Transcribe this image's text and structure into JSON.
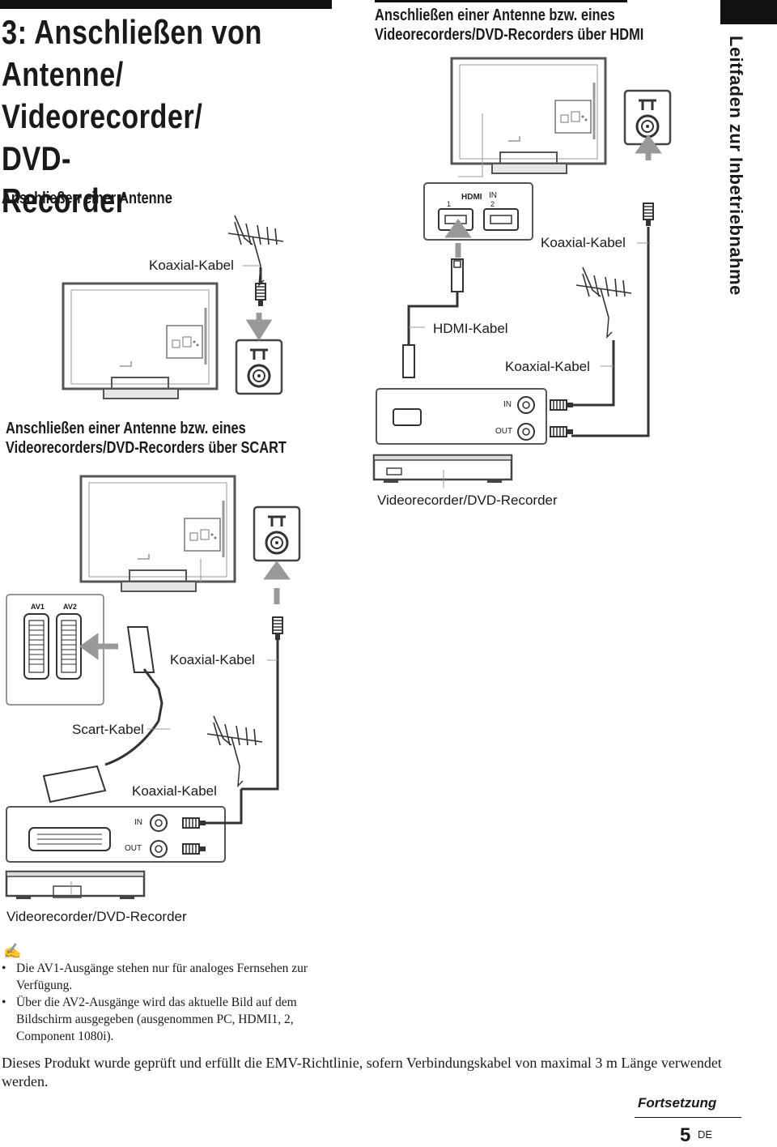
{
  "header": {
    "title_lines": [
      "3: Anschließen von",
      "Antenne/",
      "Videorecorder/ DVD-",
      "Recorder"
    ],
    "section_antenna": "Anschließen einer Antenne",
    "section_hdmi_line1": "Anschließen einer Antenne bzw. eines",
    "section_hdmi_line2": "Videorecorders/DVD-Recorders über HDMI",
    "section_scart_line1": "Anschließen einer Antenne bzw. eines",
    "section_scart_line2": "Videorecorders/DVD-Recorders über SCART"
  },
  "side_tab": {
    "label": "Leitfaden zur Inbetriebnahme"
  },
  "labels": {
    "coax_antenna": "Koaxial-Kabel",
    "coax_hdmi_top": "Koaxial-Kabel",
    "hdmi_cable": "HDMI-Kabel",
    "coax_hdmi_bottom": "Koaxial-Kabel",
    "recorder_hdmi": "Videorecorder/DVD-Recorder",
    "coax_scart_top": "Koaxial-Kabel",
    "scart_cable": "Scart-Kabel",
    "coax_scart_bottom": "Koaxial-Kabel",
    "recorder_scart": "Videorecorder/DVD-Recorder",
    "port_in": "IN",
    "port_out": "OUT",
    "hdmi_in": "IN",
    "hdmi_1": "1",
    "hdmi_2": "2",
    "av1": "AV1",
    "av2": "AV2",
    "in2": "IN",
    "out2": "OUT"
  },
  "notes": {
    "icon": "pencil-memo-icon",
    "items": [
      "Die AV1-Ausgänge stehen nur für analoges Fernsehen zur Verfügung.",
      "Über die AV2-Ausgänge wird das aktuelle Bild auf dem Bildschirm ausgegeben (ausgenommen PC, HDMI1, 2, Component 1080i)."
    ]
  },
  "emv_text": "Dieses Produkt wurde geprüft und erfüllt die EMV-Richtlinie, sofern Verbindungskabel von maximal 3 m Länge verwendet werden.",
  "footer": {
    "continued": "Fortsetzung",
    "page_number": "5",
    "language": "DE"
  }
}
